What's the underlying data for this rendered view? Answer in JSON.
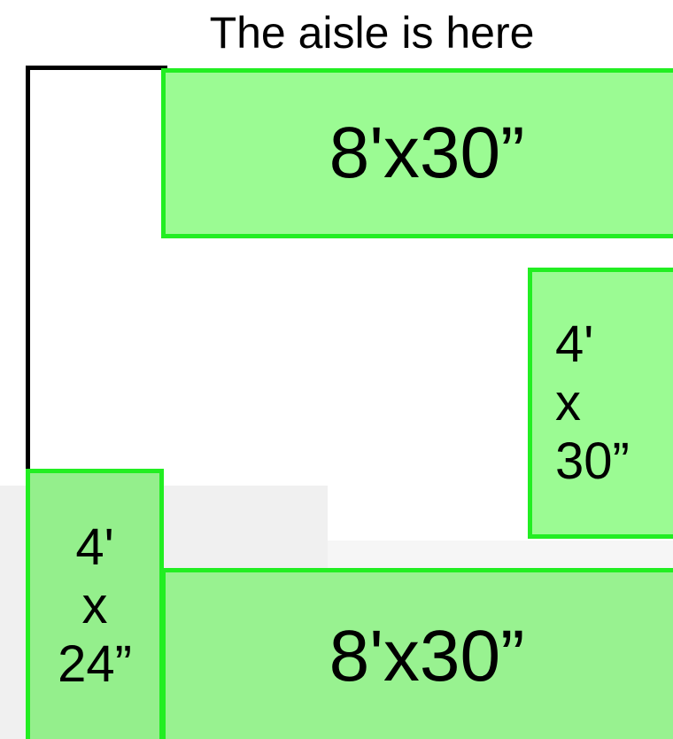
{
  "diagram": {
    "caption": "The aisle is here",
    "tables": {
      "top": {
        "label": "8'x30”"
      },
      "right": {
        "lines": [
          "4'",
          "x",
          "30”"
        ]
      },
      "left": {
        "lines": [
          "4'",
          "x",
          "24”"
        ]
      },
      "bottom": {
        "label": "8'x30”"
      }
    }
  },
  "colors": {
    "table_fill": "#9bfb93",
    "table_border": "#22ee22",
    "wall": "#000000"
  }
}
